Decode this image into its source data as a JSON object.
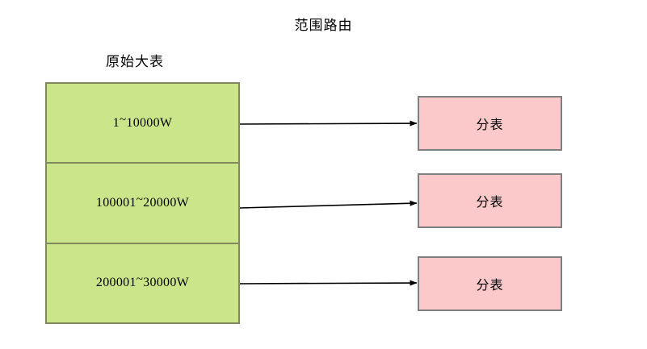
{
  "diagram": {
    "title": "范围路由",
    "source_label": "原始大表",
    "colors": {
      "source_fill": "#cbe68a",
      "source_border": "#82885e",
      "shard_fill": "#fcc9ca",
      "shard_border": "#7f7f7f",
      "arrow": "#000000",
      "background": "#ffffff"
    },
    "source_cells": [
      {
        "start": "1",
        "tilde": "~",
        "end": "10000W",
        "full": "1~10000W"
      },
      {
        "start": "100001",
        "tilde": "~",
        "end": "20000W",
        "full": "100001~20000W"
      },
      {
        "start": "200001",
        "tilde": "~",
        "end": "30000W",
        "full": "200001~30000W"
      }
    ],
    "shards": [
      {
        "label": "分表"
      },
      {
        "label": "分表"
      },
      {
        "label": "分表"
      }
    ],
    "arrows": [
      {
        "from_cell": 0,
        "to_shard": 0
      },
      {
        "from_cell": 1,
        "to_shard": 1
      },
      {
        "from_cell": 2,
        "to_shard": 2
      }
    ]
  }
}
